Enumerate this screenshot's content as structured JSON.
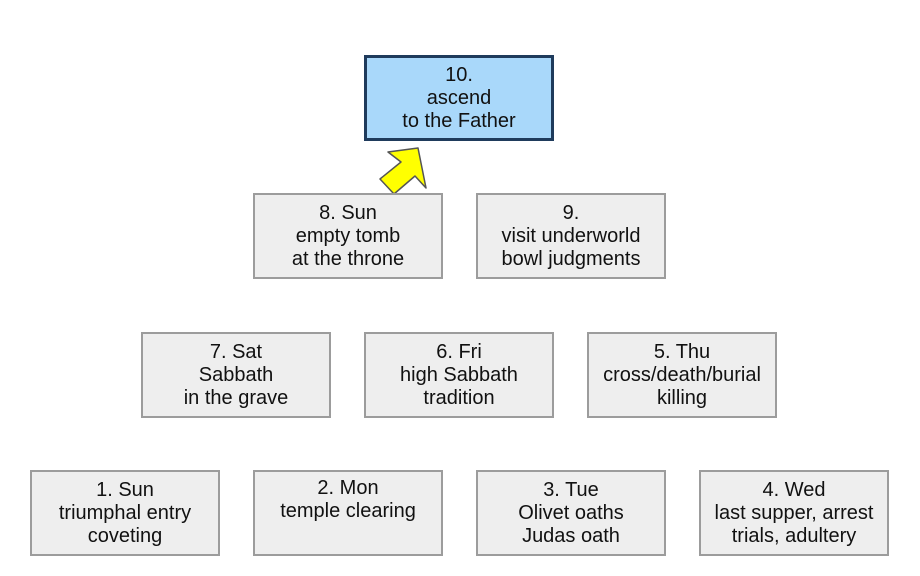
{
  "boxes": {
    "b10": {
      "lines": [
        "10.",
        "ascend",
        "to the Father"
      ]
    },
    "b8": {
      "lines": [
        "8. Sun",
        "empty tomb",
        "at the throne"
      ]
    },
    "b9": {
      "lines": [
        "9.",
        "visit underworld",
        "bowl judgments"
      ]
    },
    "b7": {
      "lines": [
        "7. Sat",
        "Sabbath",
        "in the grave"
      ]
    },
    "b6": {
      "lines": [
        "6. Fri",
        "high Sabbath",
        "tradition"
      ]
    },
    "b5": {
      "lines": [
        "5. Thu",
        "cross/death/burial",
        "killing"
      ]
    },
    "b1": {
      "lines": [
        "1. Sun",
        "triumphal entry",
        "coveting"
      ]
    },
    "b2": {
      "lines": [
        "2. Mon",
        "temple clearing"
      ]
    },
    "b3": {
      "lines": [
        "3. Tue",
        "Olivet oaths",
        "Judas oath"
      ]
    },
    "b4": {
      "lines": [
        "4. Wed",
        "last supper, arrest",
        "trials, adultery"
      ]
    }
  },
  "colors": {
    "top_fill": "#a9d8fa",
    "top_border": "#1f3b5c",
    "box_fill": "#eeeeee",
    "box_border": "#9c9c9c",
    "arrow_fill": "#ffff00",
    "arrow_stroke": "#555555"
  },
  "icons": {
    "arrow": "up-right-arrow-icon"
  }
}
